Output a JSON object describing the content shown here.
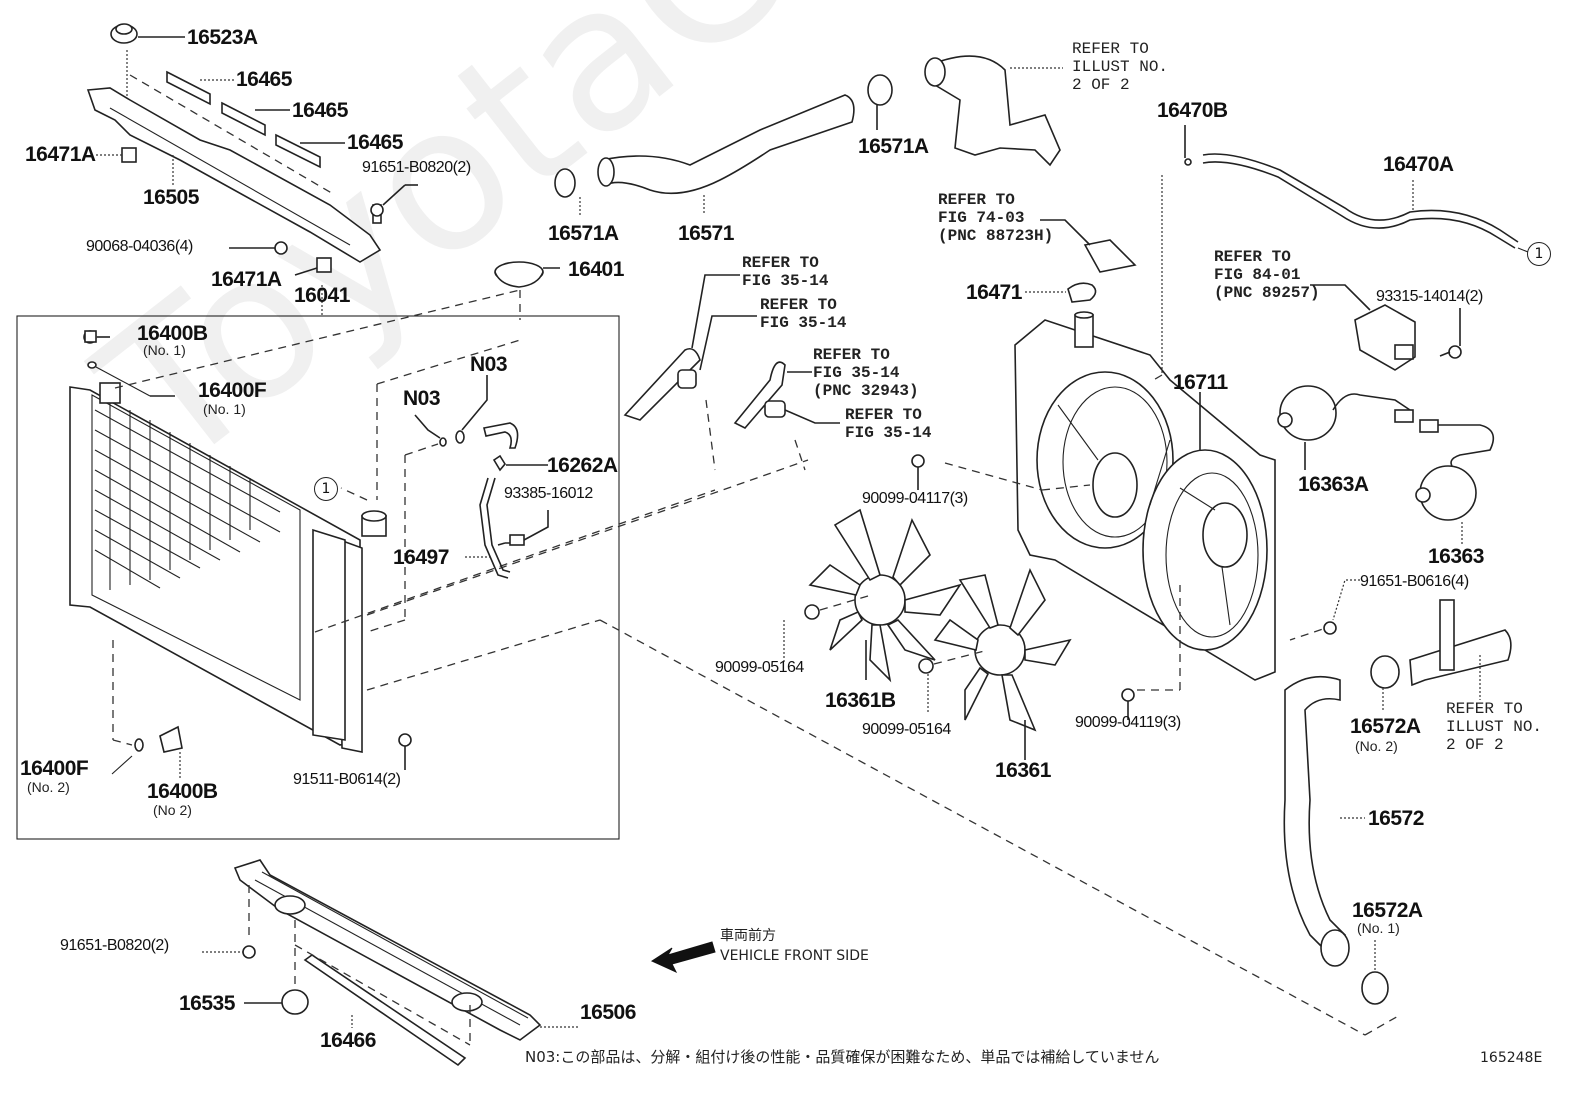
{
  "watermark": "ToyotaCarMine.ru",
  "diagram_id": "165248E",
  "callout_ref": "1",
  "parts": {
    "p16523A": "16523A",
    "p16465_1": "16465",
    "p16465_2": "16465",
    "p16465_3": "16465",
    "p16471A_1": "16471A",
    "p16505": "16505",
    "p91651_B0820_top": "91651-B0820(2)",
    "p90068": "90068-04036(4)",
    "p16471A_2": "16471A",
    "p16041": "16041",
    "p16571A_left": "16571A",
    "p16571": "16571",
    "p16571A_right": "16571A",
    "p16401": "16401",
    "p16400B_1": "16400B",
    "p16400B_1_sub": "(No. 1)",
    "p16400F_1": "16400F",
    "p16400F_1_sub": "(No. 1)",
    "pN03_a": "N03",
    "pN03_b": "N03",
    "p16262A": "16262A",
    "p93385": "93385-16012",
    "p16497": "16497",
    "p16400F_2": "16400F",
    "p16400F_2_sub": "(No. 2)",
    "p16400B_2": "16400B",
    "p16400B_2_sub": "(No 2)",
    "p91511": "91511-B0614(2)",
    "p16470B": "16470B",
    "p16470A": "16470A",
    "p16471": "16471",
    "p16711": "16711",
    "p93315": "93315-14014(2)",
    "p16363A": "16363A",
    "p16363": "16363",
    "p90099_04117": "90099-04117(3)",
    "p90099_05164_a": "90099-05164",
    "p16361B": "16361B",
    "p90099_05164_b": "90099-05164",
    "p16361": "16361",
    "p90099_04119": "90099-04119(3)",
    "p91651_B0616": "91651-B0616(4)",
    "p16572A_2": "16572A",
    "p16572A_2_sub": "(No. 2)",
    "p16572": "16572",
    "p16572A_1": "16572A",
    "p16572A_1_sub": "(No. 1)",
    "p91651_B0820_bot": "91651-B0820(2)",
    "p16535": "16535",
    "p16466": "16466",
    "p16506": "16506"
  },
  "references": {
    "illust_top": "REFER TO\nILLUST NO.\n2 OF 2",
    "fig74": "REFER TO\nFIG 74-03\n(PNC 88723H)",
    "fig35_a": "REFER TO\nFIG 35-14",
    "fig35_b": "REFER TO\nFIG 35-14",
    "fig35_c": "REFER TO\nFIG 35-14\n(PNC 32943)",
    "fig35_d": "REFER TO\nFIG 35-14",
    "fig84": "REFER TO\nFIG 84-01\n(PNC 89257)",
    "illust_bottom": "REFER TO\nILLUST NO.\n2 OF 2"
  },
  "direction": {
    "jp": "車両前方",
    "en": "VEHICLE FRONT SIDE"
  },
  "footnote": "N03:この部品は、分解・組付け後の性能・品質確保が困難なため、単品では補給していません"
}
